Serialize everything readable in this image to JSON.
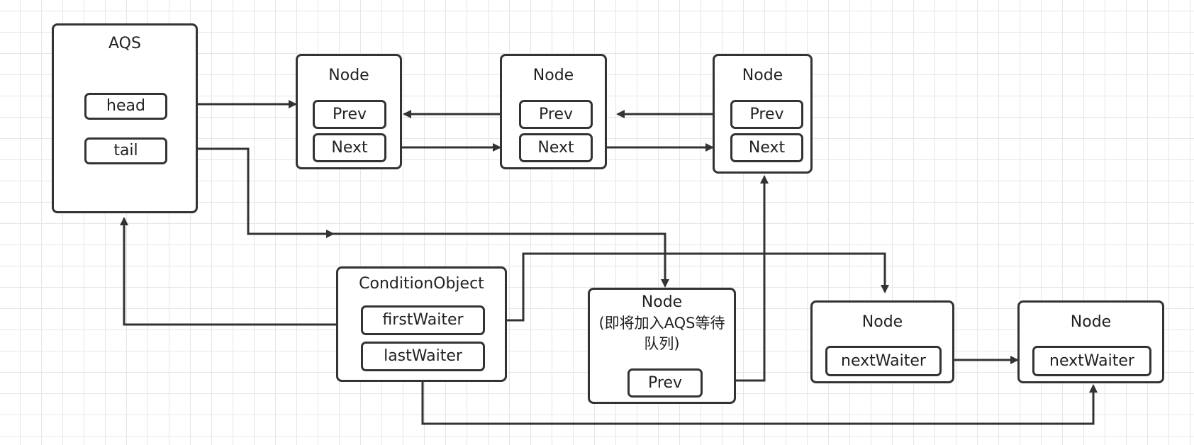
{
  "aqs": {
    "title": "AQS",
    "head": "head",
    "tail": "tail"
  },
  "sync_queue": [
    {
      "title": "Node",
      "prev": "Prev",
      "next": "Next"
    },
    {
      "title": "Node",
      "prev": "Prev",
      "next": "Next"
    },
    {
      "title": "Node",
      "prev": "Prev",
      "next": "Next"
    }
  ],
  "condition_object": {
    "title": "ConditionObject",
    "first_waiter": "firstWaiter",
    "last_waiter": "lastWaiter"
  },
  "pending_node": {
    "title": "Node",
    "note_line1": "(即将加入AQS等待",
    "note_line2": "队列)",
    "prev": "Prev"
  },
  "condition_queue": [
    {
      "title": "Node",
      "next_waiter": "nextWaiter"
    },
    {
      "title": "Node",
      "next_waiter": "nextWaiter"
    }
  ],
  "colors": {
    "stroke": "#333333",
    "grid": "#e6e6e6",
    "background": "#ffffff"
  }
}
